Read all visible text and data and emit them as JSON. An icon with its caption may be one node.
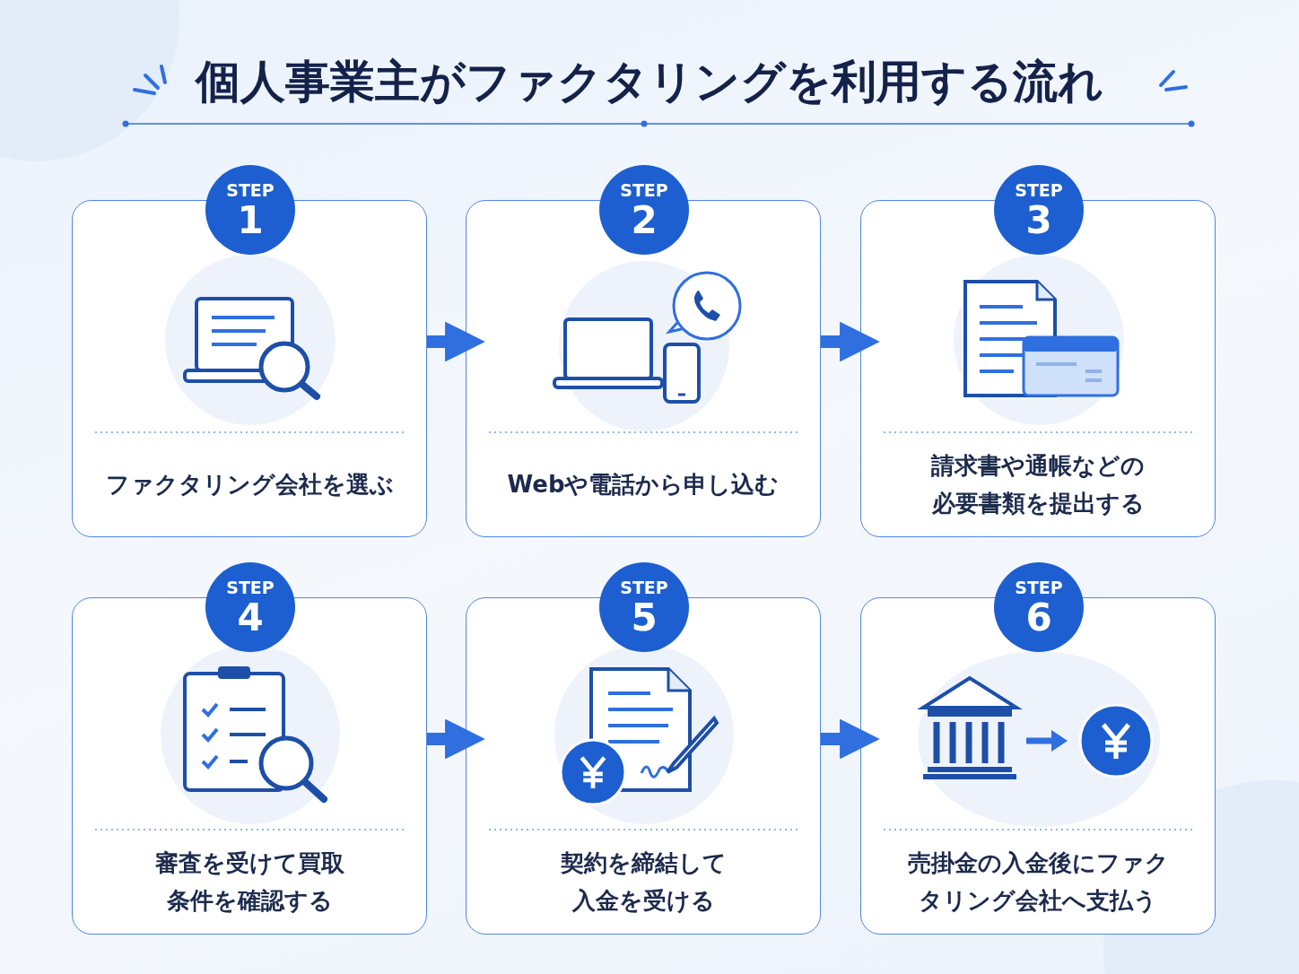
{
  "diagram": {
    "title": "個人事業主がファクタリングを利用する流れ",
    "nodes": [
      {
        "text": [
          "STEP",
          "1",
          "ファクタリング会社を選ぶ"
        ]
      },
      {
        "text": [
          "STEP",
          "2",
          "Webや電話から申し込む"
        ]
      },
      {
        "text": [
          "STEP",
          "3",
          "請求書や通帳などの必要書類を提出する"
        ]
      },
      {
        "text": [
          "STEP",
          "4",
          "審査を受けて買取条件を確認する"
        ]
      },
      {
        "text": [
          "STEP",
          "5",
          "契約を締結して入金を受ける"
        ]
      },
      {
        "text": [
          "STEP",
          "6",
          "売掛金の入金後にファクタリング会社へ支払う"
        ]
      }
    ],
    "edges": [
      {
        "from": 0,
        "to": 1,
        "arrow": "to"
      },
      {
        "from": 1,
        "to": 2,
        "arrow": "to"
      },
      {
        "from": 3,
        "to": 4,
        "arrow": "to"
      },
      {
        "from": 4,
        "to": 5,
        "arrow": "to"
      }
    ]
  }
}
